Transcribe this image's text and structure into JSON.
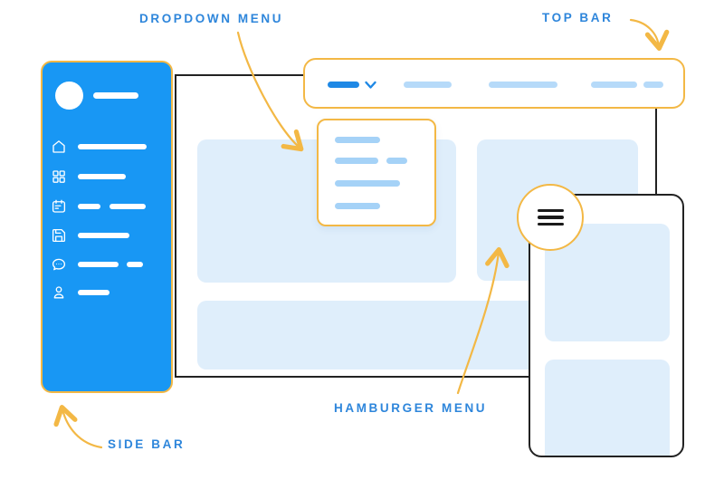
{
  "colors": {
    "primary_blue": "#1897F4",
    "accent_blue": "#1E88E5",
    "label_blue": "#2E86DB",
    "bar_blue": "#A5D2F7",
    "bar_blue_faint": "#B6DAF9",
    "block_pale": "#DFEEFB",
    "orange": "#F3B845",
    "ink": "#222222"
  },
  "annotations": {
    "dropdown_menu_label": "DROPDOWN MENU",
    "top_bar_label": "TOP BAR",
    "hamburger_menu_label": "HAMBURGER MENU",
    "side_bar_label": "SIDE BAR"
  },
  "sidebar": {
    "avatar": "avatar-circle",
    "item_icons": [
      "home-icon",
      "dashboard-grid-icon",
      "calendar-icon",
      "save-icon",
      "chat-bubble-icon",
      "user-icon"
    ]
  },
  "top_bar": {
    "active_item_icon": "chevron-down-icon",
    "menu_item_count": 4
  },
  "hamburger": {
    "icon": "hamburger-menu-icon"
  }
}
